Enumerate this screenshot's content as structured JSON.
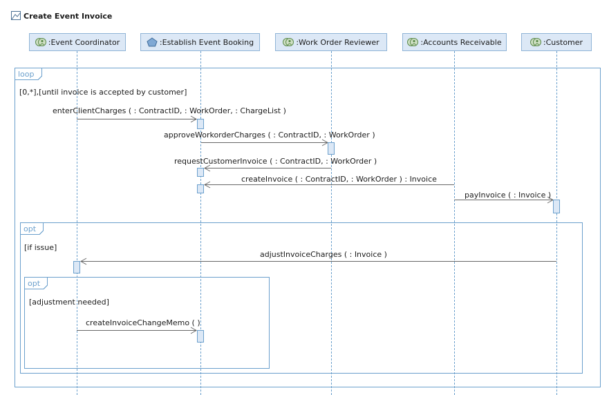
{
  "diagram": {
    "title": "Create Event Invoice",
    "lifelines": [
      {
        "label": ":Event Coordinator",
        "icon": "actor-role-icon"
      },
      {
        "label": ":Establish Event Booking",
        "icon": "process-pentagon-icon"
      },
      {
        "label": ":Work Order Reviewer",
        "icon": "actor-role-icon"
      },
      {
        "label": ":Accounts Receivable",
        "icon": "actor-role-icon"
      },
      {
        "label": ":Customer",
        "icon": "actor-role-icon"
      }
    ],
    "fragments": {
      "loop": {
        "operator": "loop",
        "guard": "[0,*],[until invoice is accepted by customer]"
      },
      "opt_issue": {
        "operator": "opt",
        "guard": "[if issue]"
      },
      "opt_adjust": {
        "operator": "opt",
        "guard": "[adjustment needed]"
      }
    },
    "messages": [
      {
        "label": "enterClientCharges (  : ContractID,  : WorkOrder,  : ChargeList )",
        "from": ":Event Coordinator",
        "to": ":Establish Event Booking"
      },
      {
        "label": "approveWorkorderCharges (  : ContractID,  : WorkOrder )",
        "from": ":Establish Event Booking",
        "to": ":Work Order Reviewer"
      },
      {
        "label": "requestCustomerInvoice (  : ContractID,  : WorkOrder )",
        "from": ":Work Order Reviewer",
        "to": ":Establish Event Booking"
      },
      {
        "label": "createInvoice (  : ContractID,  : WorkOrder ) : Invoice",
        "from": ":Accounts Receivable",
        "to": ":Establish Event Booking"
      },
      {
        "label": "payInvoice (  : Invoice )",
        "from": ":Accounts Receivable",
        "to": ":Customer"
      },
      {
        "label": "adjustInvoiceCharges (  : Invoice )",
        "from": ":Customer",
        "to": ":Event Coordinator"
      },
      {
        "label": "createInvoiceChangeMemo ( )",
        "from": ":Event Coordinator",
        "to": ":Establish Event Booking"
      }
    ],
    "colors": {
      "frame": "#6a9fcc",
      "head_fill": "#dce8f6",
      "head_border": "#8fb3d6",
      "arrow": "#666666"
    }
  }
}
